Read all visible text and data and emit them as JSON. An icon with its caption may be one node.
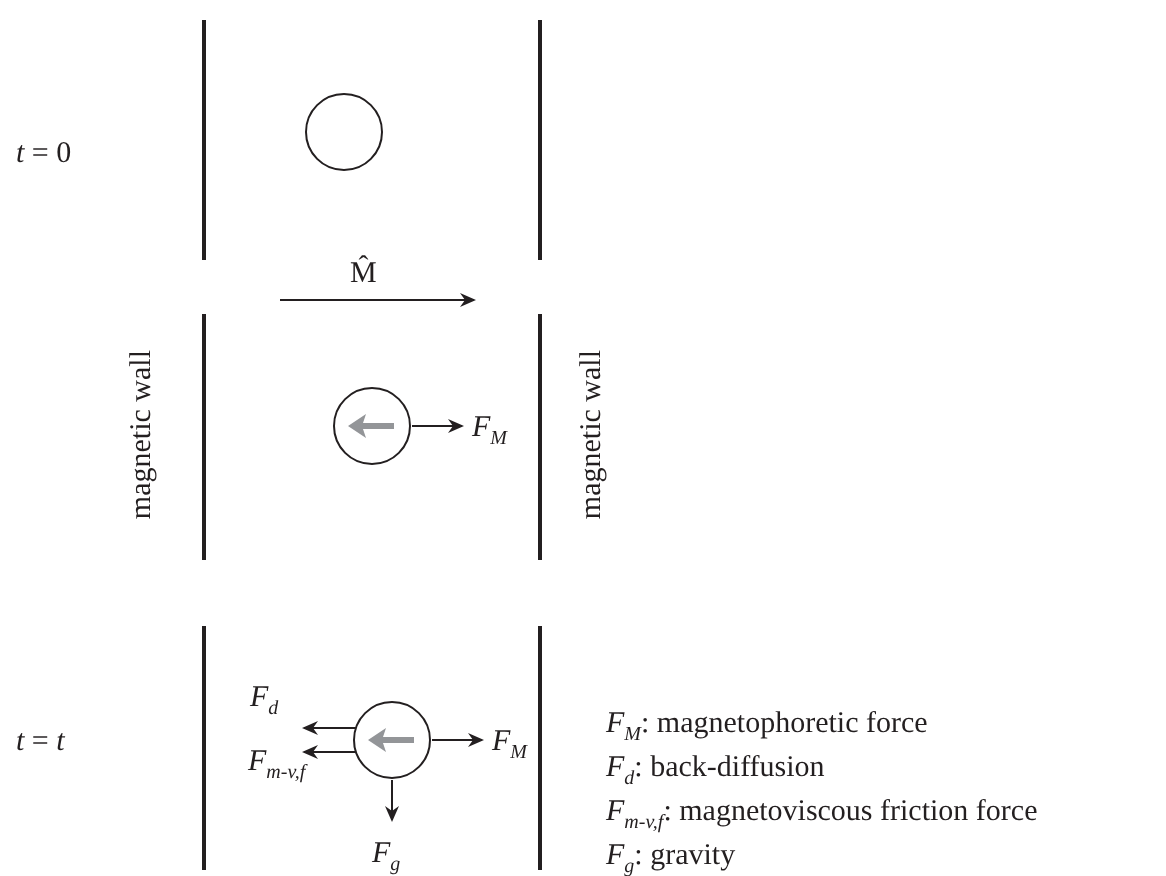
{
  "diagram": {
    "nodes": [
      {
        "text": [],
        "shape": "circle"
      },
      {
        "text": [],
        "shape": "circle"
      },
      {
        "text": [],
        "shape": "circle"
      }
    ],
    "labels": [
      "*t* = 0",
      "M̂",
      "magnetic wall",
      "F$_{M}$",
      "magnetic wall",
      "*t* = *t*",
      "F$_{d}$",
      "F$_{m-v,f}$",
      "F$_{M}$",
      "F$_{g}$",
      "*F*$_{M}$: magnetophoretic force",
      "*F*$_{d}$: back-diffusion",
      "*F*$_{m-v,f}$: magnetoviscous friction force",
      "*F*$_{g}$: gravity"
    ]
  }
}
